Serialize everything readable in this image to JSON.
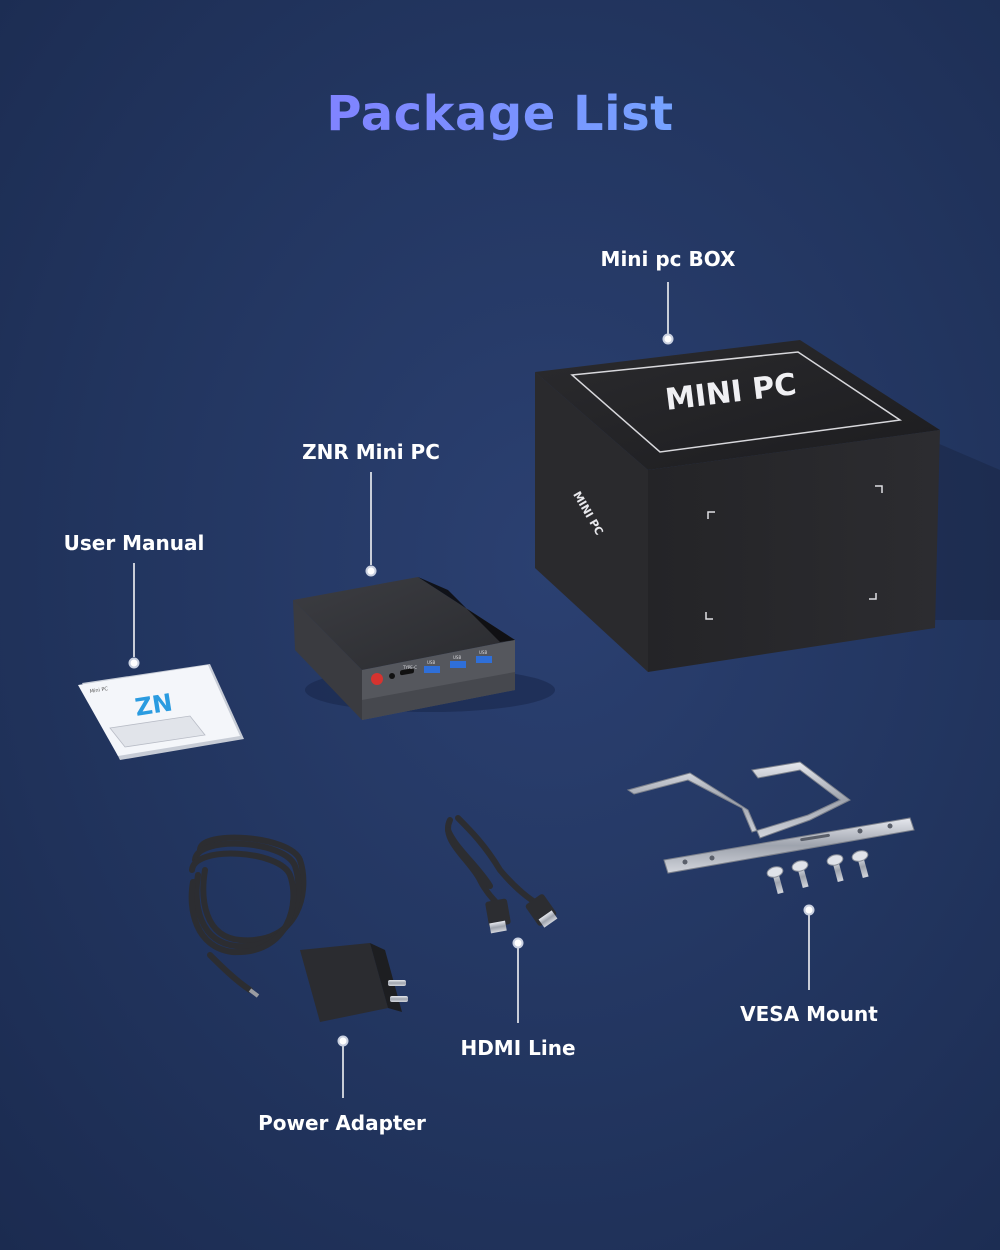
{
  "title": "Package List",
  "labels": {
    "mini_pc_box": "Mini pc BOX",
    "znr_mini_pc": "ZNR Mini PC",
    "user_manual": "User Manual",
    "vesa_mount": "VESA Mount",
    "hdmi_line": "HDMI Line",
    "power_adapter": "Power Adapter"
  },
  "box_print": {
    "top": "MINI PC",
    "side": "MINI PC"
  },
  "manual_print": {
    "logo": "ZN",
    "corner": "Mini PC"
  },
  "port_labels": {
    "typec": "TYPE-C",
    "usb": "USB"
  },
  "colors": {
    "title_gradient_start": "#8a6cff",
    "title_gradient_end": "#6ec3ff",
    "background": "#22355f",
    "usb_port": "#2f6fd8",
    "power_button": "#d6332f"
  }
}
